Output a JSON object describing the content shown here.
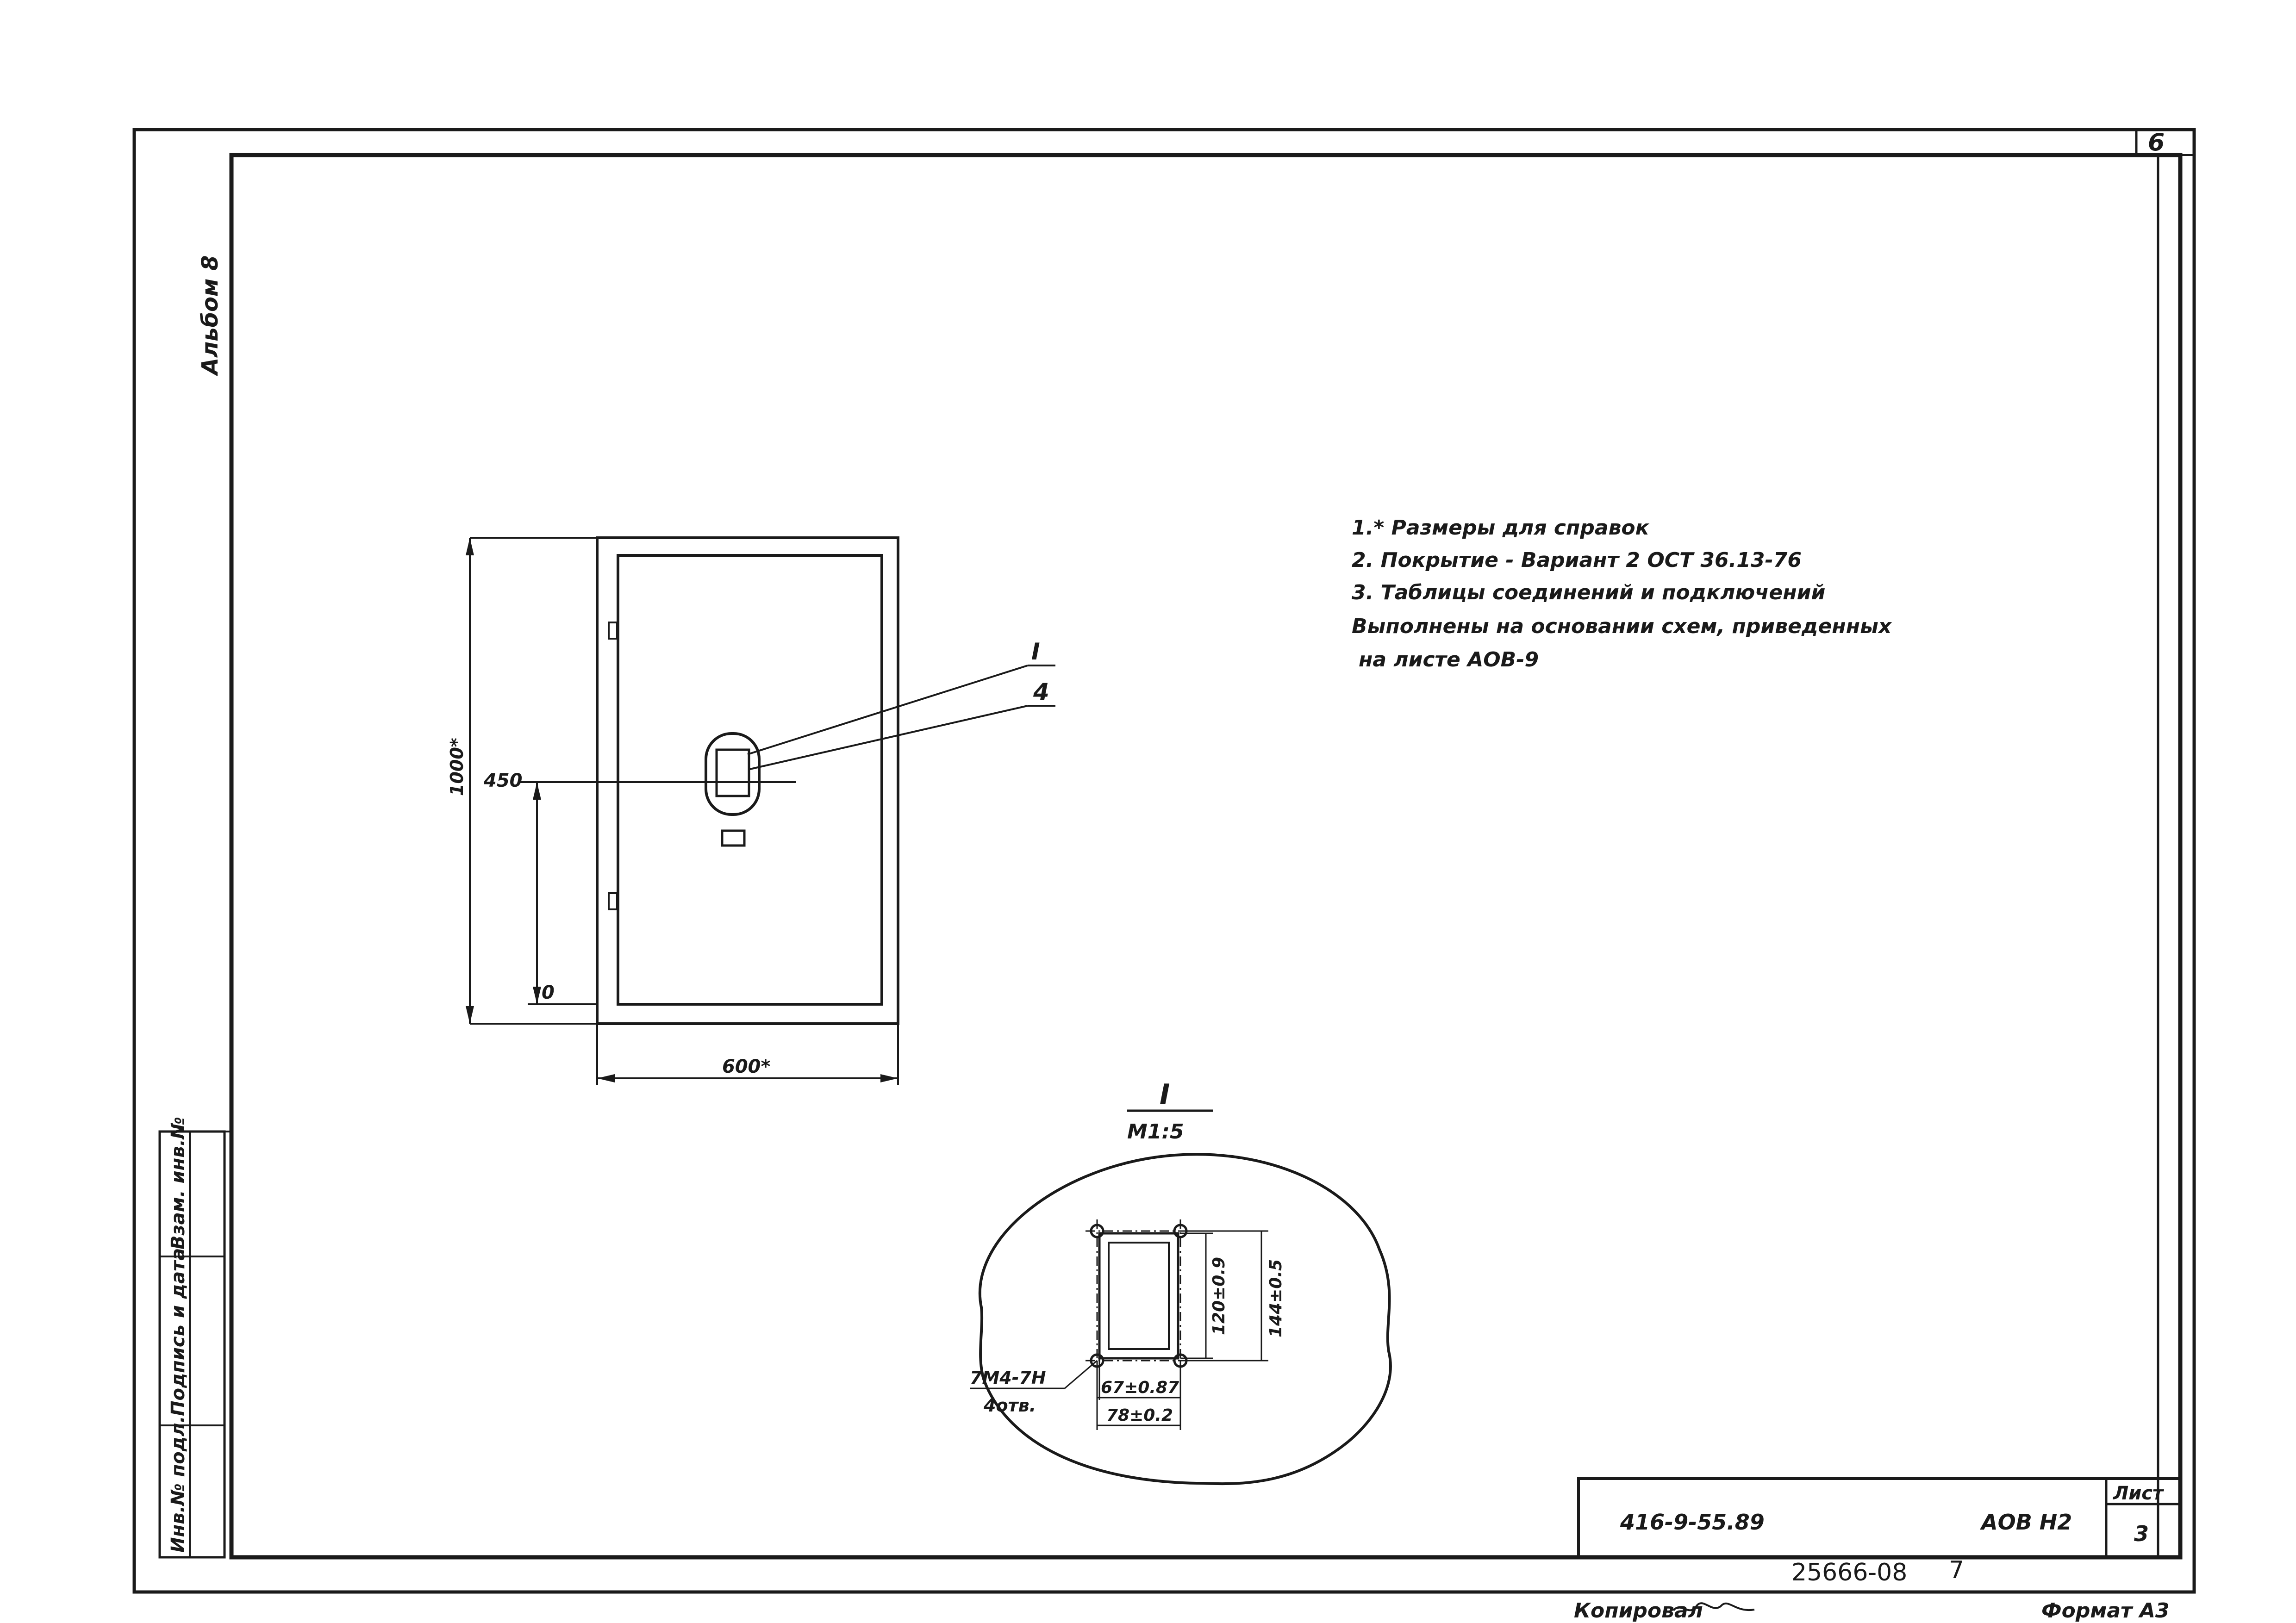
{
  "album_label": "Альбом 8",
  "sheet_page_number": "6",
  "notes": [
    "1.* Размеры для справок",
    "2. Покрытие - Вариант 2 ОСТ 36.13-76",
    "3. Таблицы соединений и подключений",
    "Выполнены на основании схем, приведенных",
    "на листе АОВ-9"
  ],
  "front_view": {
    "height_dim": "1000*",
    "width_dim": "600*",
    "elevation_dim": "450",
    "base_dim": "0",
    "callout_detail": "I",
    "callout_position": "4"
  },
  "detail": {
    "title": "I",
    "scale": "М1:5",
    "hole_spec": "7М4-7Н",
    "hole_count": "4отв.",
    "dim_inner_w": "67±0.87",
    "dim_outer_w": "78±0.2",
    "dim_inner_h": "120±0.9",
    "dim_outer_h": "144±0.5"
  },
  "side_stamp": {
    "inv_no": "Инв.№ подл.",
    "sign_date": "Подпись и дата",
    "replaces": "Взам. инв.№"
  },
  "title_block": {
    "document_code": "416-9-55.89",
    "drawing_id": "АОВ Н2",
    "sheet_label": "Лист",
    "sheet_number": "3"
  },
  "archive_number": "25666-08",
  "archive_sheet": "7",
  "copied_by": "Копировал",
  "format": "Формат А3"
}
